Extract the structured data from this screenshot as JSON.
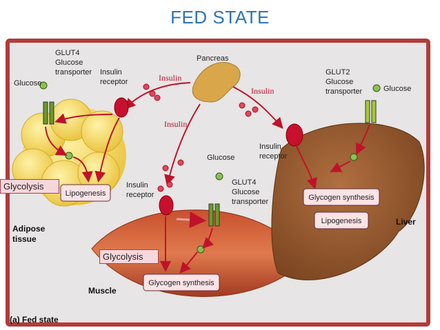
{
  "slide": {
    "title": "FED STATE"
  },
  "labels": {
    "pancreas": "Pancreas",
    "insulin": "Insulin",
    "glucose": "Glucose",
    "glut4_left": [
      "GLUT4",
      "Glucose",
      "transporter"
    ],
    "glut4_muscle": [
      "GLUT4",
      "Glucose",
      "transporter"
    ],
    "glut2": [
      "GLUT2",
      "Glucose",
      "transporter"
    ],
    "insulin_receptor": [
      "Insulin",
      "receptor"
    ],
    "lipogenesis": "Lipogenesis",
    "glycogen_synthesis": "Glycogen synthesis",
    "adipose": [
      "Adipose",
      "tissue"
    ],
    "muscle": "Muscle",
    "liver": "Liver",
    "caption": "(a) Fed state"
  },
  "overlays": {
    "glycolysis_left": "Glycolysis",
    "glycolysis_muscle": "Glycolysis"
  },
  "colors": {
    "title": "#2e74b5",
    "insulin": "#c0122a",
    "frame": "#b33a3a"
  }
}
